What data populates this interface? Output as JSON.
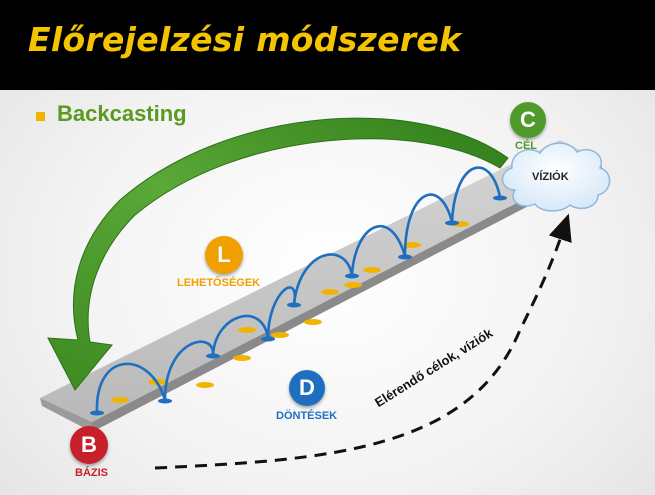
{
  "header": {
    "title": "Előrejelzési módszerek"
  },
  "bullet": {
    "text": "Backcasting"
  },
  "nodes": {
    "c": {
      "letter": "C",
      "label": "CÉL",
      "color": "#4f9a2a"
    },
    "l": {
      "letter": "L",
      "label": "LEHETŐSÉGEK",
      "color": "#f0a000"
    },
    "d": {
      "letter": "D",
      "label": "DÖNTÉSEK",
      "color": "#1f6fc0"
    },
    "b": {
      "letter": "B",
      "label": "BÁZIS",
      "color": "#c8202a"
    }
  },
  "cloud": {
    "label": "VÍZIÓK"
  },
  "curve": {
    "label": "Elérendő célok, víziók"
  },
  "colors": {
    "title": "#f5c400",
    "bullet_text": "#5a9a1e",
    "arrow_green": "#4a9a2a",
    "arcs": "#1f6fc0",
    "dashes": "#f0b400"
  }
}
